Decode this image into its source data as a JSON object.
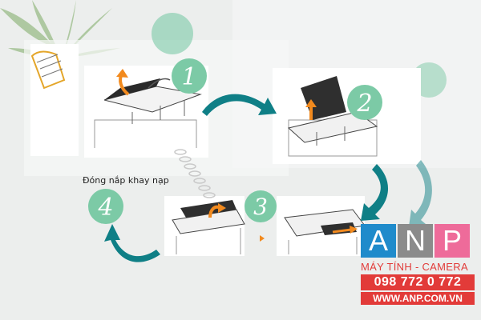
{
  "instruction": {
    "caption": "Đóng nắp khay nạp"
  },
  "steps": [
    {
      "label": "1"
    },
    {
      "label": "2"
    },
    {
      "label": "3"
    },
    {
      "label": "4"
    }
  ],
  "colors": {
    "teal": "#7ccaa6",
    "arrow": "#0f7f86",
    "orange": "#f28a1e",
    "logo_blue": "#1f8bcb",
    "logo_red": "#e23b39",
    "logo_gray": "#8b8b8b",
    "logo_pink": "#ee6b9a"
  },
  "brand": {
    "letters": [
      "A",
      "N",
      "P"
    ],
    "tagline": "MÁY TÍNH - CAMERA",
    "phone": "098 772 0 772",
    "website": "WWW.ANP.COM.VN"
  }
}
